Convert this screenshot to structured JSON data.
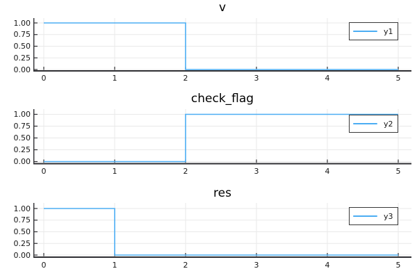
{
  "figure": {
    "background": "#ffffff"
  },
  "palette": {
    "series_line": "#4badf3",
    "grid": "#e9e9e9",
    "axis": "#2f2f33",
    "tick_text": "#151515",
    "title_text": "#000000",
    "legend_border": "#383838",
    "legend_background": "#ffffff"
  },
  "chart_data": [
    {
      "type": "line",
      "title": "v",
      "legend": "y1",
      "legend_position": "top-right",
      "grid": true,
      "x": [
        0,
        2,
        2,
        5
      ],
      "y": [
        1,
        1,
        0,
        0
      ],
      "xlim": [
        -0.15,
        5.19
      ],
      "ylim": [
        -0.03,
        1.1
      ],
      "xticks": {
        "values": [
          0,
          1,
          2,
          3,
          4,
          5
        ],
        "labels": [
          "0",
          "1",
          "2",
          "3",
          "4",
          "5"
        ]
      },
      "yticks": {
        "values": [
          0,
          0.25,
          0.5,
          0.75,
          1
        ],
        "labels": [
          "0.00",
          "0.25",
          "0.50",
          "0.75",
          "1.00"
        ]
      }
    },
    {
      "type": "line",
      "title": "check_flag",
      "legend": "y2",
      "legend_position": "top-right",
      "grid": true,
      "x": [
        0,
        2,
        2,
        5
      ],
      "y": [
        0,
        0,
        1,
        1
      ],
      "xlim": [
        -0.15,
        5.19
      ],
      "ylim": [
        -0.03,
        1.1
      ],
      "xticks": {
        "values": [
          0,
          1,
          2,
          3,
          4,
          5
        ],
        "labels": [
          "0",
          "1",
          "2",
          "3",
          "4",
          "5"
        ]
      },
      "yticks": {
        "values": [
          0,
          0.25,
          0.5,
          0.75,
          1
        ],
        "labels": [
          "0.00",
          "0.25",
          "0.50",
          "0.75",
          "1.00"
        ]
      }
    },
    {
      "type": "line",
      "title": "res",
      "legend": "y3",
      "legend_position": "top-right",
      "grid": true,
      "x": [
        0,
        1,
        1,
        5
      ],
      "y": [
        1,
        1,
        0,
        0
      ],
      "xlim": [
        -0.15,
        5.19
      ],
      "ylim": [
        -0.03,
        1.1
      ],
      "xticks": {
        "values": [
          0,
          1,
          2,
          3,
          4,
          5
        ],
        "labels": [
          "0",
          "1",
          "2",
          "3",
          "4",
          "5"
        ]
      },
      "yticks": {
        "values": [
          0,
          0.25,
          0.5,
          0.75,
          1
        ],
        "labels": [
          "0.00",
          "0.25",
          "0.50",
          "0.75",
          "1.00"
        ]
      }
    }
  ]
}
